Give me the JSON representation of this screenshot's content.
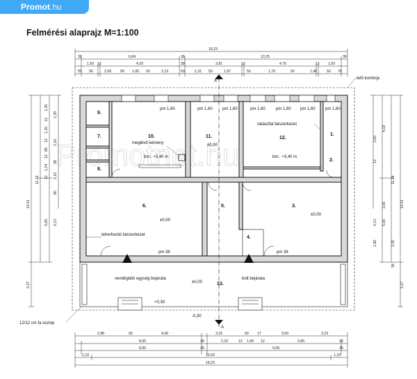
{
  "brand": {
    "name": "Promot",
    "tld": ".hu",
    "color": "#3fa9f5"
  },
  "title": "Felmérési alaprajz M=1:100",
  "watermark": "Promotnet.hu",
  "dims_top": {
    "total": "18,23",
    "row2": [
      "38",
      "6,84",
      "38",
      "10,25",
      "38"
    ],
    "row3": [
      "1,50",
      "12",
      "4,20",
      "38",
      "3,81",
      "12",
      "4,70",
      "12",
      "1,50"
    ],
    "row4": [
      "78",
      "90",
      "2,09",
      "90",
      "1,05",
      "50",
      "2,13",
      "50",
      "1,31",
      "50",
      "1,87",
      "50",
      "1,70",
      "50",
      "1,40",
      "50",
      "78"
    ]
  },
  "dims_bottom": {
    "row1": [
      "2,88",
      "90",
      "4,00",
      "3,15",
      "90",
      "17",
      "3,00",
      "3,23"
    ],
    "row2": [
      "8,00",
      "38",
      "2,10",
      "12",
      "1,00",
      "12",
      "3,85",
      "38"
    ],
    "row3": [
      "8,00",
      "38",
      "9,09",
      "38"
    ],
    "row4": [
      "1,10",
      "16,03",
      "1,10"
    ],
    "total": "18,23"
  },
  "dims_left": {
    "outer": [
      "14,51",
      "3,37"
    ],
    "mid": [
      "11,14",
      "5,00",
      "6,13"
    ],
    "inner": [
      "1,35",
      "12",
      "1,20",
      "12",
      "85",
      "12",
      "1,24",
      "12",
      "1,35",
      "2,10",
      "38",
      "2,10",
      "80"
    ]
  },
  "dims_right": {
    "outer": [
      "14,51",
      "3,37"
    ],
    "mid": [
      "11,14",
      "4,18",
      "5,00",
      "6,13"
    ],
    "inner": [
      "3,00",
      "12",
      "1,80",
      "3,06",
      "1,00",
      "38"
    ]
  },
  "rooms": [
    "1.",
    "2.",
    "3.",
    "4.",
    "5.",
    "6.",
    "7.",
    "8.",
    "9.",
    "10.",
    "11.",
    "12.",
    "13."
  ],
  "annotations": {
    "teto": "tető kontúrja",
    "valaszfal": "válaszfal falszerkezet",
    "kemeny": "meglévő kémény",
    "teherhordo": "teherhordó falszerkezet",
    "oszlop": "12/12 cm fa oszlop",
    "vendeg": "vendéglátó egység bejárata",
    "bolt": "bolt bejárata",
    "bm10": "bm.: +3,40 m",
    "bm12": "bm.: +3,40 m",
    "lvl0": "±0,00",
    "lvl030": "+0,30",
    "lvlm030": "-0,30",
    "pm160": "pm 1,60",
    "pm38": "pm 38",
    "section": "A"
  }
}
